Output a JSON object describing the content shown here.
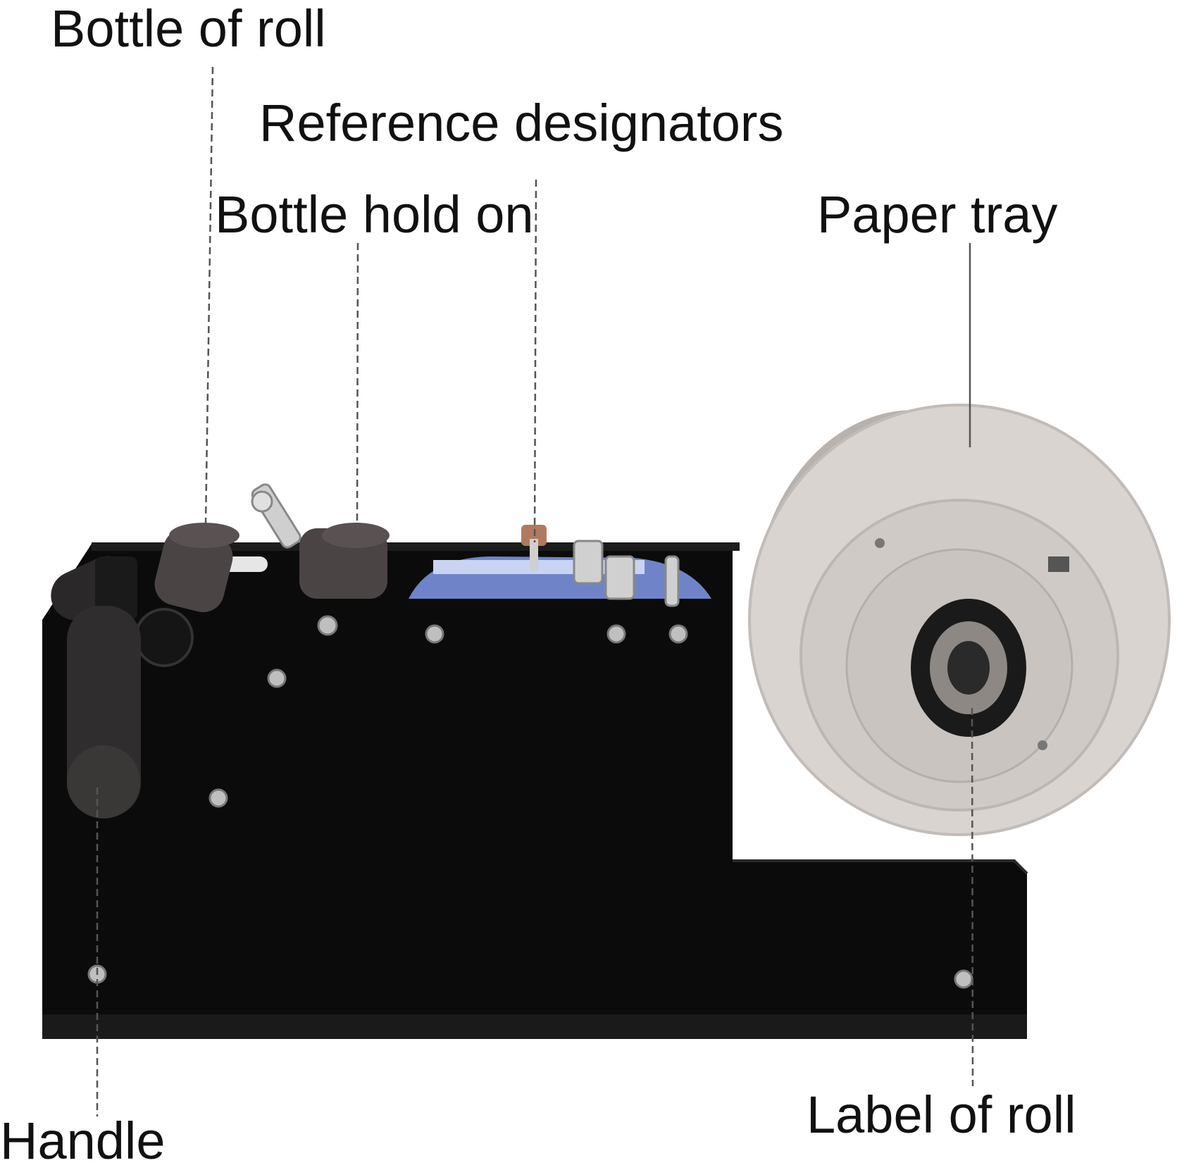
{
  "labels": {
    "bottle_of_roll": "Bottle of roll",
    "reference_designators": "Reference designators",
    "bottle_hold_on": "Bottle hold on",
    "paper_tray": "Paper tray",
    "handle": "Handle",
    "label_of_roll": "Label of roll"
  },
  "colors": {
    "machine_body": "#0b0b0b",
    "roll_disc": "#d9d4d0",
    "hub": "#c9c4c0",
    "rubber_roller": "#4a4444",
    "leader_line": "#555555"
  }
}
